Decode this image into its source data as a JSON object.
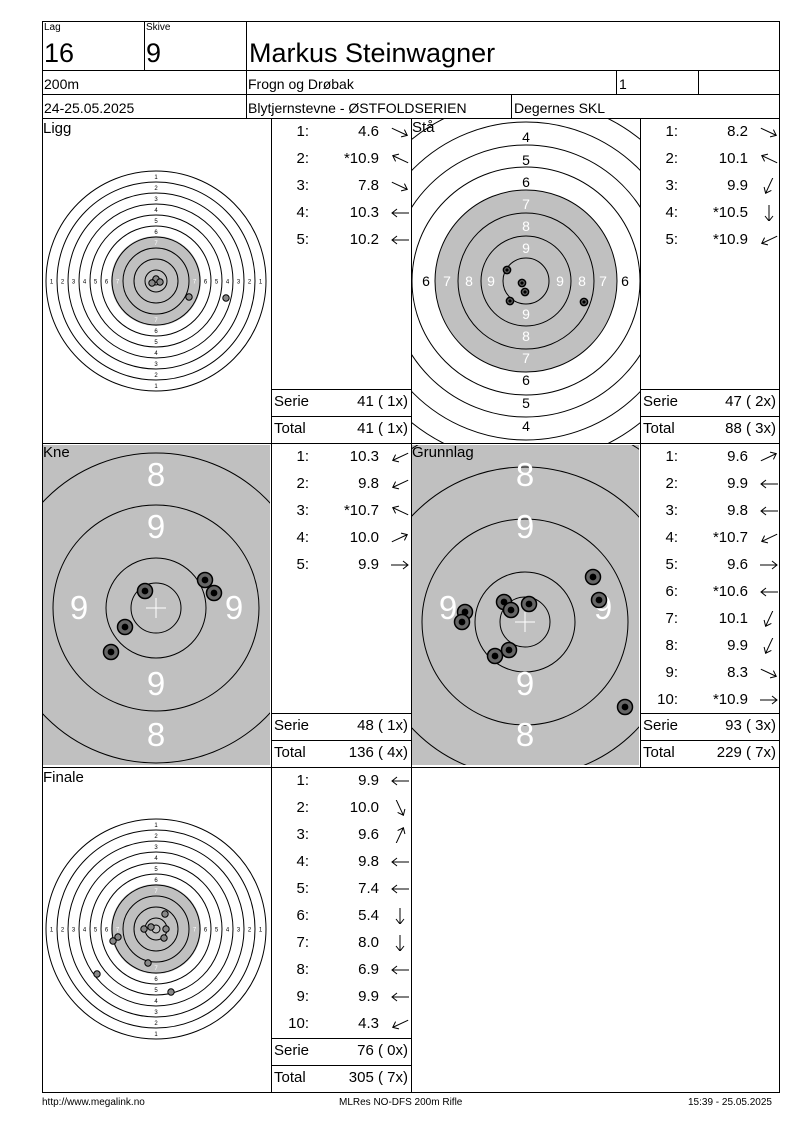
{
  "header": {
    "lag_label": "Lag",
    "lag_value": "16",
    "skive_label": "Skive",
    "skive_value": "9",
    "shooter_name": "Markus Steinwagner",
    "distance": "200m",
    "club": "Frogn og Drøbak",
    "class": "1",
    "date": "24-25.05.2025",
    "event": "Blytjernstevne - ØSTFOLDSERIEN",
    "venue": "Degernes SKL"
  },
  "sections": {
    "ligg": {
      "title": "Ligg",
      "shots": [
        {
          "n": "1:",
          "v": "4.6",
          "dir": "right-down"
        },
        {
          "n": "2:",
          "v": "*10.9",
          "dir": "left-up"
        },
        {
          "n": "3:",
          "v": "7.8",
          "dir": "right-down"
        },
        {
          "n": "4:",
          "v": "10.3",
          "dir": "left"
        },
        {
          "n": "5:",
          "v": "10.2",
          "dir": "left"
        }
      ],
      "serie_label": "Serie",
      "serie_value": "41 ( 1x)",
      "total_label": "Total",
      "total_value": "41 ( 1x)"
    },
    "sta": {
      "title": "Stå",
      "shots": [
        {
          "n": "1:",
          "v": "8.2",
          "dir": "right-down"
        },
        {
          "n": "2:",
          "v": "10.1",
          "dir": "left-up"
        },
        {
          "n": "3:",
          "v": "9.9",
          "dir": "down-left"
        },
        {
          "n": "4:",
          "v": "*10.5",
          "dir": "down"
        },
        {
          "n": "5:",
          "v": "*10.9",
          "dir": "left-down"
        }
      ],
      "serie_label": "Serie",
      "serie_value": "47 ( 2x)",
      "total_label": "Total",
      "total_value": "88 ( 3x)"
    },
    "kne": {
      "title": "Kne",
      "shots": [
        {
          "n": "1:",
          "v": "10.3",
          "dir": "left-down"
        },
        {
          "n": "2:",
          "v": "9.8",
          "dir": "left-down"
        },
        {
          "n": "3:",
          "v": "*10.7",
          "dir": "left-up"
        },
        {
          "n": "4:",
          "v": "10.0",
          "dir": "right-up"
        },
        {
          "n": "5:",
          "v": "9.9",
          "dir": "right"
        }
      ],
      "serie_label": "Serie",
      "serie_value": "48 ( 1x)",
      "total_label": "Total",
      "total_value": "136 ( 4x)"
    },
    "grunnlag": {
      "title": "Grunnlag",
      "shots": [
        {
          "n": "1:",
          "v": "9.6",
          "dir": "right-up"
        },
        {
          "n": "2:",
          "v": "9.9",
          "dir": "left"
        },
        {
          "n": "3:",
          "v": "9.8",
          "dir": "left"
        },
        {
          "n": "4:",
          "v": "*10.7",
          "dir": "left-down"
        },
        {
          "n": "5:",
          "v": "9.6",
          "dir": "right"
        },
        {
          "n": "6:",
          "v": "*10.6",
          "dir": "left"
        },
        {
          "n": "7:",
          "v": "10.1",
          "dir": "down-left"
        },
        {
          "n": "8:",
          "v": "9.9",
          "dir": "down-left"
        },
        {
          "n": "9:",
          "v": "8.3",
          "dir": "right-down"
        },
        {
          "n": "10:",
          "v": "*10.9",
          "dir": "right"
        }
      ],
      "serie_label": "Serie",
      "serie_value": "93 ( 3x)",
      "total_label": "Total",
      "total_value": "229 ( 7x)"
    },
    "finale": {
      "title": "Finale",
      "shots": [
        {
          "n": "1:",
          "v": "9.9",
          "dir": "left"
        },
        {
          "n": "2:",
          "v": "10.0",
          "dir": "down-right"
        },
        {
          "n": "3:",
          "v": "9.6",
          "dir": "up-right"
        },
        {
          "n": "4:",
          "v": "9.8",
          "dir": "left"
        },
        {
          "n": "5:",
          "v": "7.4",
          "dir": "left"
        },
        {
          "n": "6:",
          "v": "5.4",
          "dir": "down"
        },
        {
          "n": "7:",
          "v": "8.0",
          "dir": "down"
        },
        {
          "n": "8:",
          "v": "6.9",
          "dir": "left"
        },
        {
          "n": "9:",
          "v": "9.9",
          "dir": "left"
        },
        {
          "n": "10:",
          "v": "4.3",
          "dir": "left-down"
        }
      ],
      "serie_label": "Serie",
      "serie_value": "76 ( 0x)",
      "total_label": "Total",
      "total_value": "305 ( 7x)"
    }
  },
  "footer": {
    "url": "http://www.megalink.no",
    "software": "MLRes NO-DFS 200m Rifle",
    "timestamp": "15:39 - 25.05.2025"
  },
  "colors": {
    "target_gray": "#c0c0c0",
    "line": "#000000"
  }
}
